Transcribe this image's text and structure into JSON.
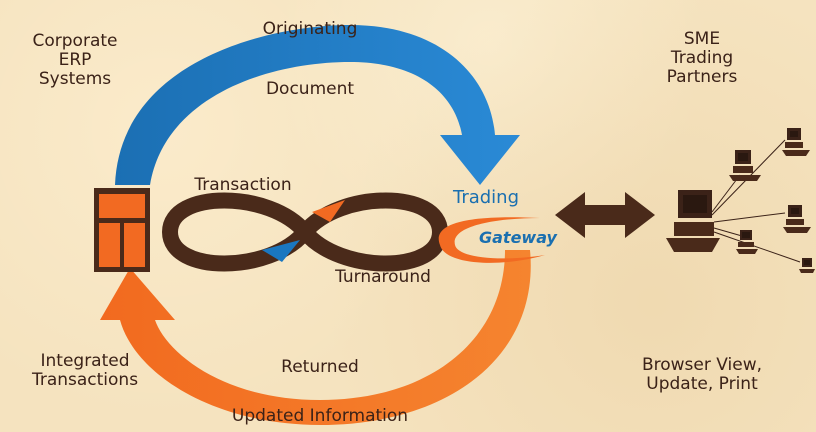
{
  "labels": {
    "corporate_erp": "Corporate\nERP\nSystems",
    "originating": "Originating",
    "document": "Document",
    "sme_partners": "SME\nTrading\nPartners",
    "transaction": "Transaction",
    "trading": "Trading",
    "gateway": "Gateway",
    "turnaround": "Turnaround",
    "integrated_transactions": "Integrated\nTransactions",
    "returned": "Returned",
    "updated_information": "Updated Information",
    "browser_view": "Browser View,\nUpdate, Print"
  },
  "colors": {
    "background": "#f5e3bf",
    "blue_arrow": "#1a77c0",
    "orange_arrow": "#f26b22",
    "brown": "#4a2a1a",
    "text": "#3b2218"
  },
  "icons": [
    "erp-cabinet-icon",
    "infinity-loop-icon",
    "bidirectional-arrow-icon",
    "computer-network-icon"
  ]
}
